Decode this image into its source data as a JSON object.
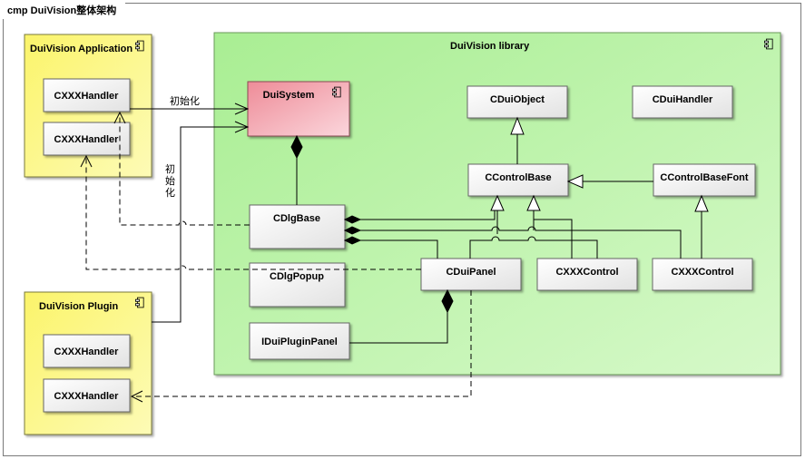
{
  "diagram": {
    "title": "cmp DuiVision整体架构",
    "containers": {
      "application": "DuiVision Application",
      "plugin": "DuiVision Plugin",
      "library": "DuiVision library"
    },
    "nodes": {
      "app_handler_1": "CXXXHandler",
      "app_handler_2": "CXXXHandler",
      "plugin_handler_1": "CXXXHandler",
      "plugin_handler_2": "CXXXHandler",
      "dui_system": "DuiSystem",
      "dlg_base": "CDlgBase",
      "dlg_popup": "CDlgPopup",
      "plugin_panel": "IDuiPluginPanel",
      "dui_object": "CDuiObject",
      "dui_handler": "CDuiHandler",
      "control_base": "CControlBase",
      "control_base_font": "CControlBaseFont",
      "dui_panel": "CDuiPanel",
      "xxx_control_1": "CXXXControl",
      "xxx_control_2": "CXXXControl"
    },
    "edge_labels": {
      "init_horizontal": "初始化",
      "init_vertical_1": "初",
      "init_vertical_2": "始",
      "init_vertical_3": "化"
    },
    "colors": {
      "library_fill": "#b6f2a3",
      "container_fill": "#fbf77a",
      "system_fill": "#ef9aa4",
      "class_fill": "#f4f4f4"
    }
  }
}
